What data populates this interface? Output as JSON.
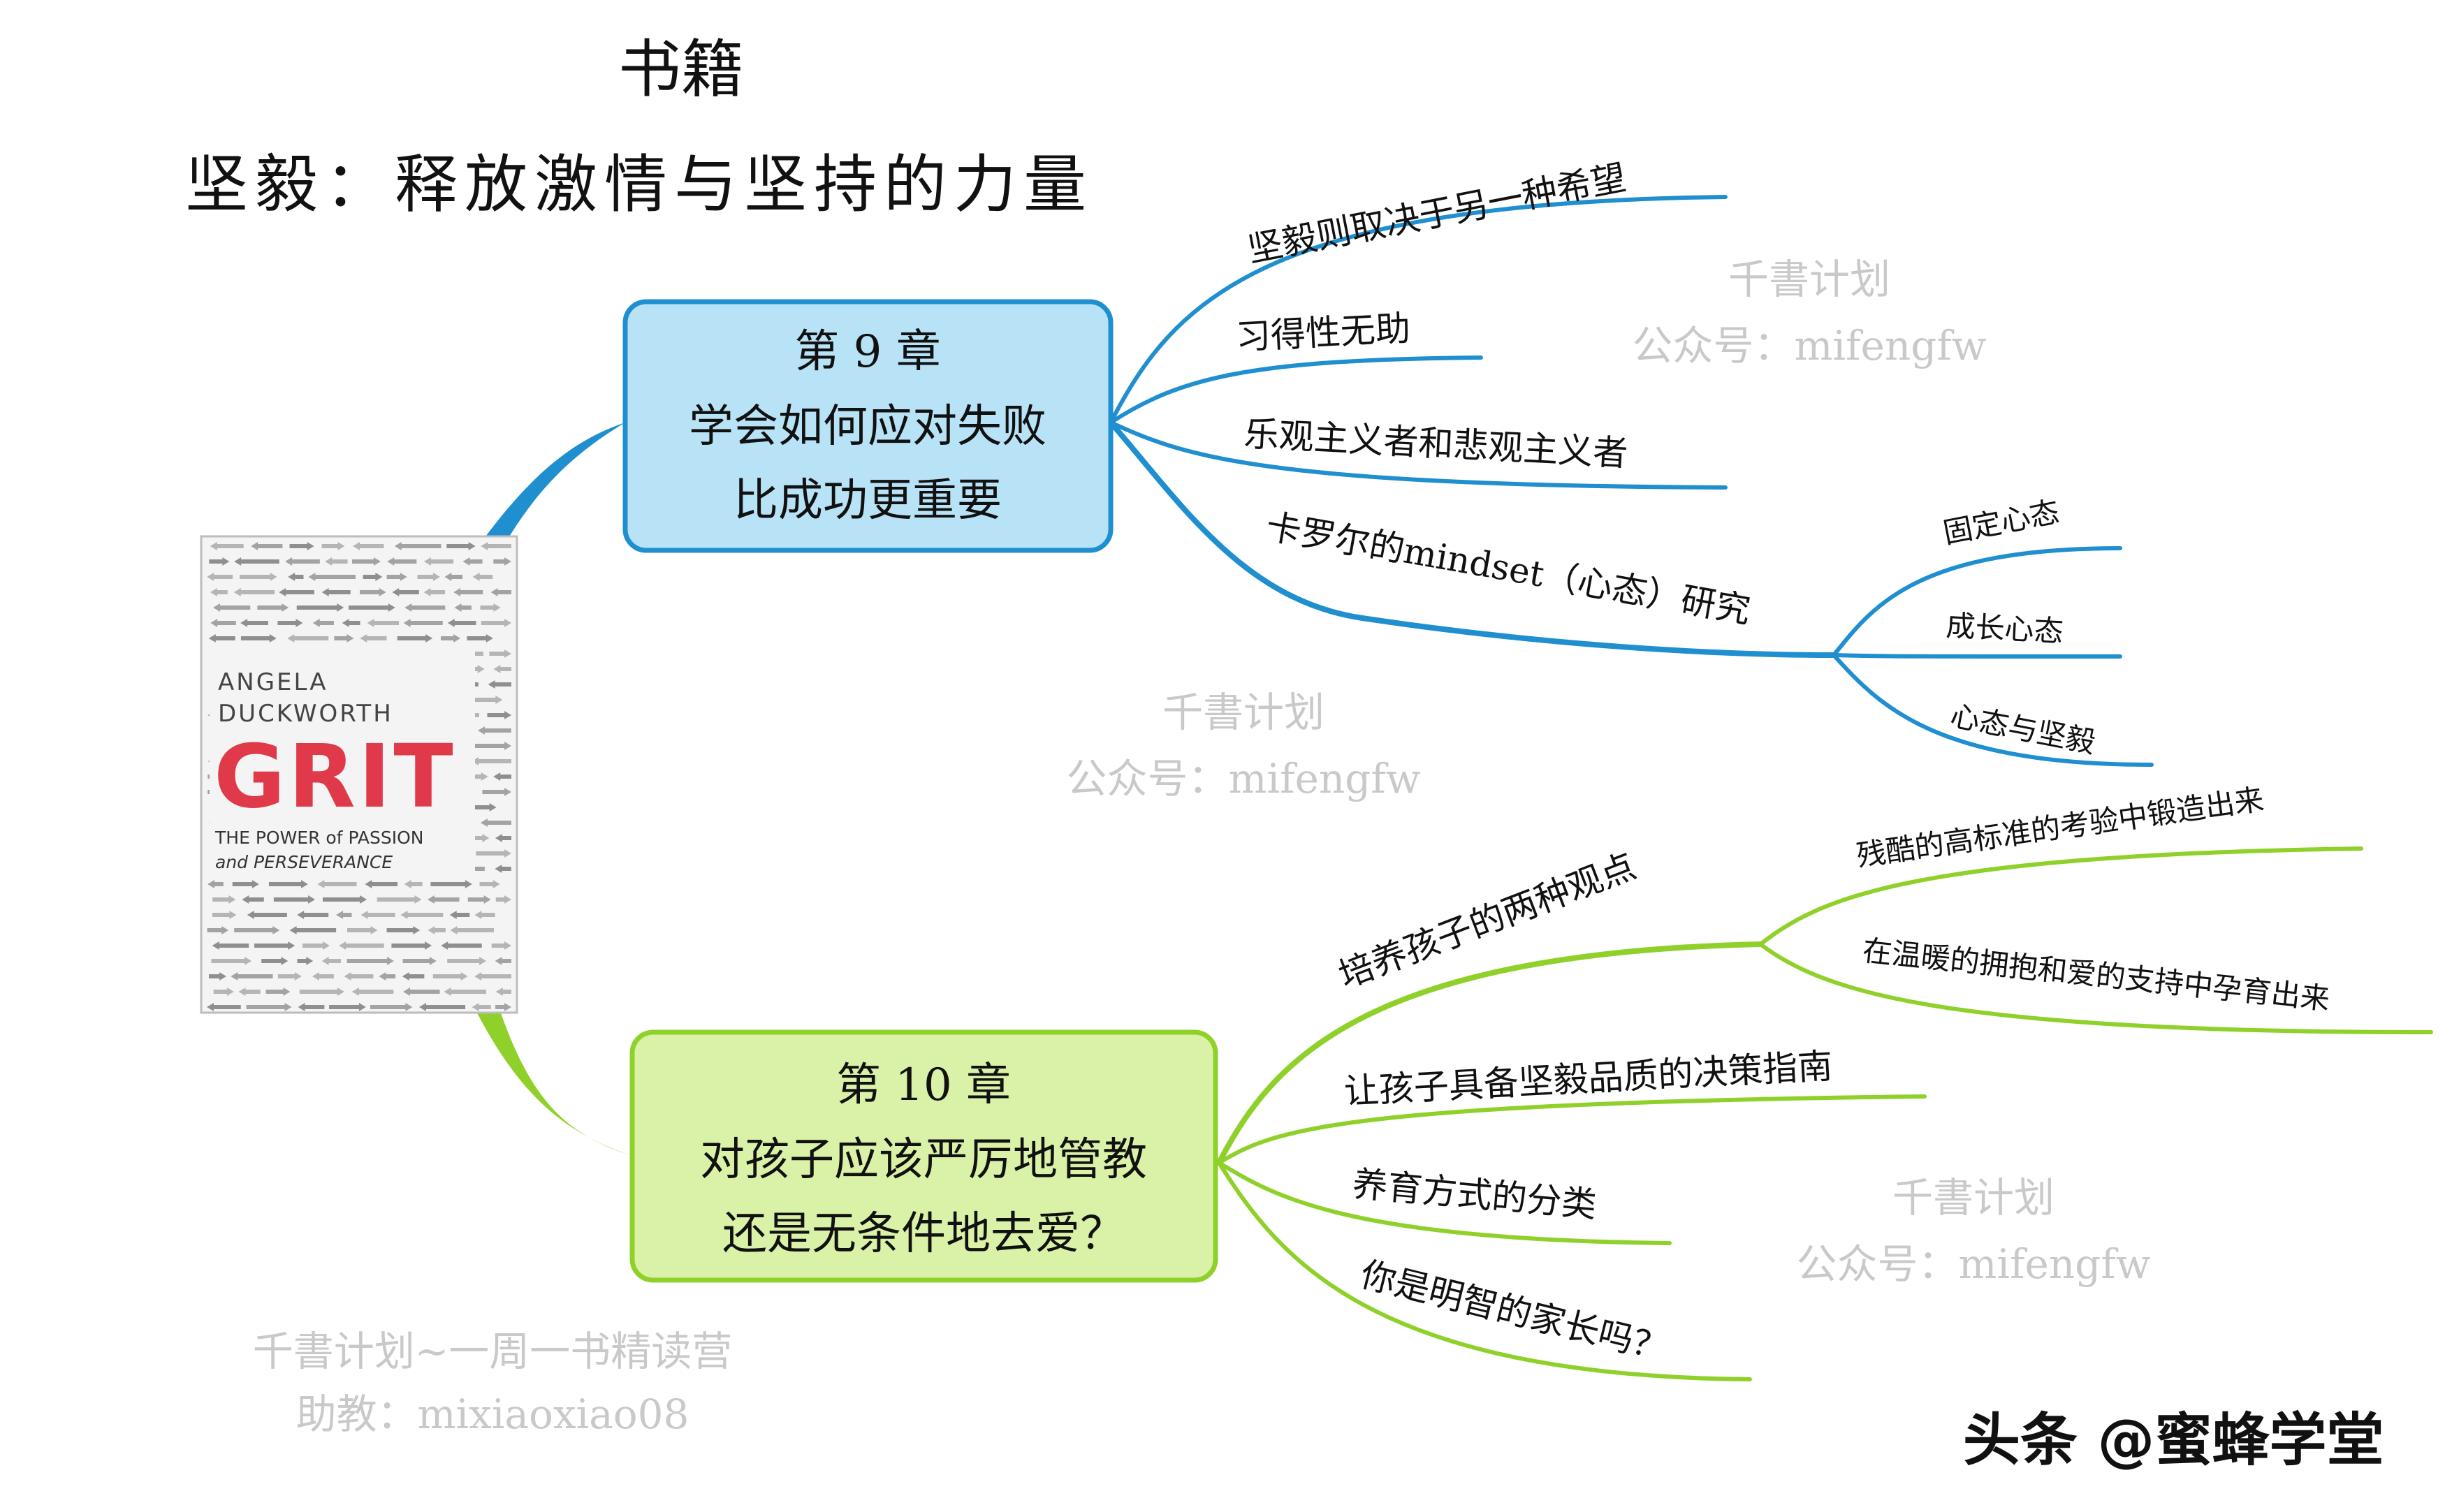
{
  "header": {
    "line1": "书籍",
    "line2": "坚毅：释放激情与坚持的力量"
  },
  "book": {
    "author_line1": "ANGELA",
    "author_line2": "DUCKWORTH",
    "title": "GRIT",
    "subtitle_line1": "THE POWER of PASSION",
    "subtitle_line2": "and PERSEVERANCE",
    "title_color": "#e03a4a"
  },
  "chapter9": {
    "color": "#1f8fd0",
    "fill": "#b8e3f6",
    "title_lines": [
      "第 9 章",
      "学会如何应对失败",
      "比成功更重要"
    ],
    "branches": [
      {
        "label": "坚毅则取决于另一种希望"
      },
      {
        "label": "习得性无助"
      },
      {
        "label": "乐观主义者和悲观主义者"
      },
      {
        "label": "卡罗尔的mindset（心态）研究",
        "children": [
          "固定心态",
          "成长心态",
          "心态与坚毅"
        ]
      }
    ]
  },
  "chapter10": {
    "color": "#8fd12a",
    "fill": "#d9f2a8",
    "title_lines": [
      "第 10 章",
      "对孩子应该严厉地管教",
      "还是无条件地去爱？"
    ],
    "branches": [
      {
        "label": "培养孩子的两种观点",
        "children": [
          "残酷的高标准的考验中锻造出来",
          "在温暖的拥抱和爱的支持中孕育出来"
        ]
      },
      {
        "label": "让孩子具备坚毅品质的决策指南"
      },
      {
        "label": "养育方式的分类"
      },
      {
        "label": "你是明智的家长吗？"
      }
    ]
  },
  "watermarks": {
    "name": "千書计划",
    "account": "公众号：mifengfw",
    "footer_line1": "千書计划~一周一书精读营",
    "footer_line2": "助教：mixiaoxiao08"
  },
  "brand_mark": "头条 @蜜蜂学堂"
}
